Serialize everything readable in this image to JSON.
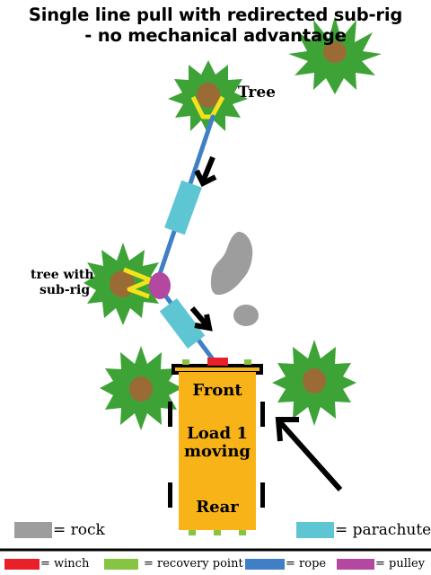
{
  "title": {
    "line1": "Single line pull with redirected sub-rig",
    "line2": "- no mechanical advantage"
  },
  "labels": {
    "tree": "Tree",
    "tree_subrig_line1": "tree with",
    "tree_subrig_line2": "sub-rig"
  },
  "vehicle": {
    "front": "Front",
    "load_line1": "Load 1",
    "load_line2": "moving",
    "rear": "Rear"
  },
  "legend": {
    "rock": "= rock",
    "parachute": "= parachute",
    "winch": "= winch",
    "recovery_point": "= recovery point",
    "rope": "= rope",
    "pulley": "= pulley"
  },
  "colors": {
    "tree_foliage": "#3da336",
    "trunk": "#9a6b34",
    "strap": "#f5e21a",
    "rope": "#3f7fc6",
    "parachute": "#5ec5d2",
    "pulley": "#b447a0",
    "rock": "#9e9d9e",
    "vehicle": "#f8b319",
    "winch": "#e8202a",
    "recovery_point": "#86c441",
    "outline": "#000000"
  }
}
